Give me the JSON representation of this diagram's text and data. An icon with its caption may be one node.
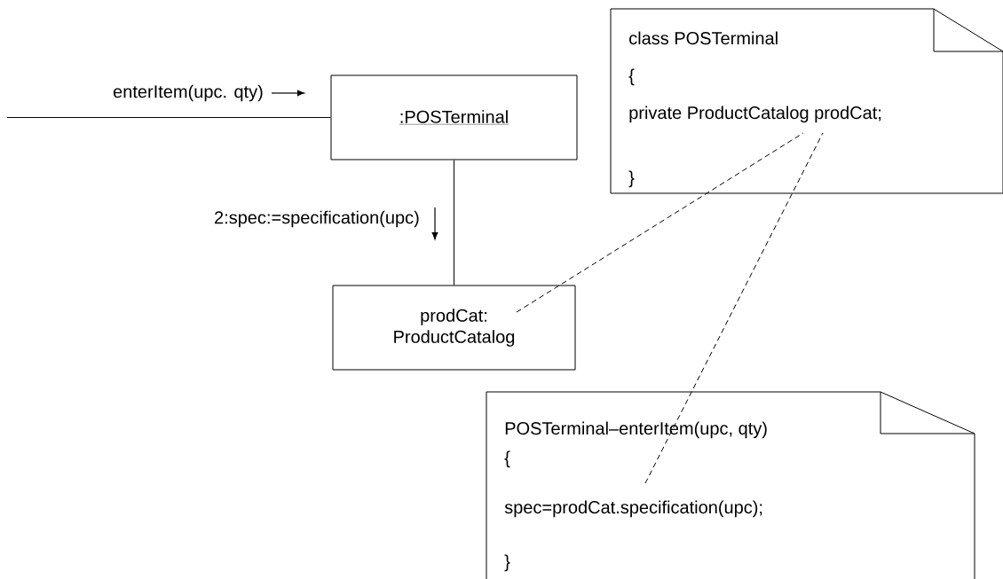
{
  "diagram": {
    "nodes": [
      {
        "text": [
          ":POSTerminal"
        ]
      },
      {
        "text": [
          "prodCat: ProductCatalog"
        ]
      },
      {
        "text": [
          "class POSTerminal",
          "{",
          "private ProductCatalog prodCat;",
          "}"
        ]
      },
      {
        "text": [
          "POSTerminal–enterItem(upc, qty)",
          "{",
          "spec=prodCat.specification(upc);",
          "}"
        ]
      }
    ],
    "edges": [
      {
        "from": null,
        "to": 0,
        "arrow": "none",
        "label": "enterItem(upc. qty)"
      },
      {
        "from": 0,
        "to": 1,
        "arrow": "none",
        "label": "2:spec:=specification(upc)"
      },
      {
        "from": 1,
        "to": 2,
        "arrow": "none",
        "style": "dashed"
      },
      {
        "from": 3,
        "to": 2,
        "arrow": "none",
        "style": "dashed"
      }
    ]
  }
}
